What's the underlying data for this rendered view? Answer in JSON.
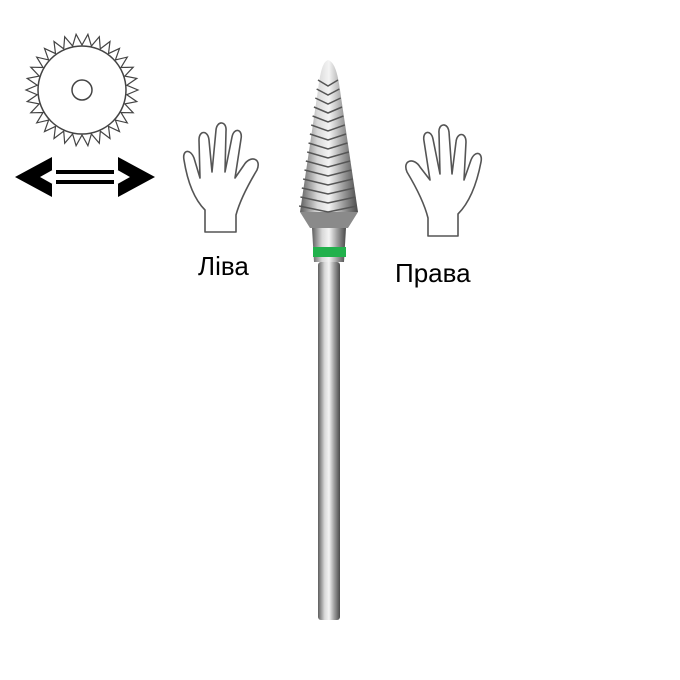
{
  "labels": {
    "left": "Ліва",
    "right": "Права"
  },
  "icons": [
    "saw-blade-icon",
    "double-arrow-icon",
    "left-hand-icon",
    "right-hand-icon",
    "carbide-bur-image"
  ],
  "colors": {
    "band": "#22b14c",
    "metal_light": "#e8e8e8",
    "metal_dark": "#6f6f6f"
  }
}
